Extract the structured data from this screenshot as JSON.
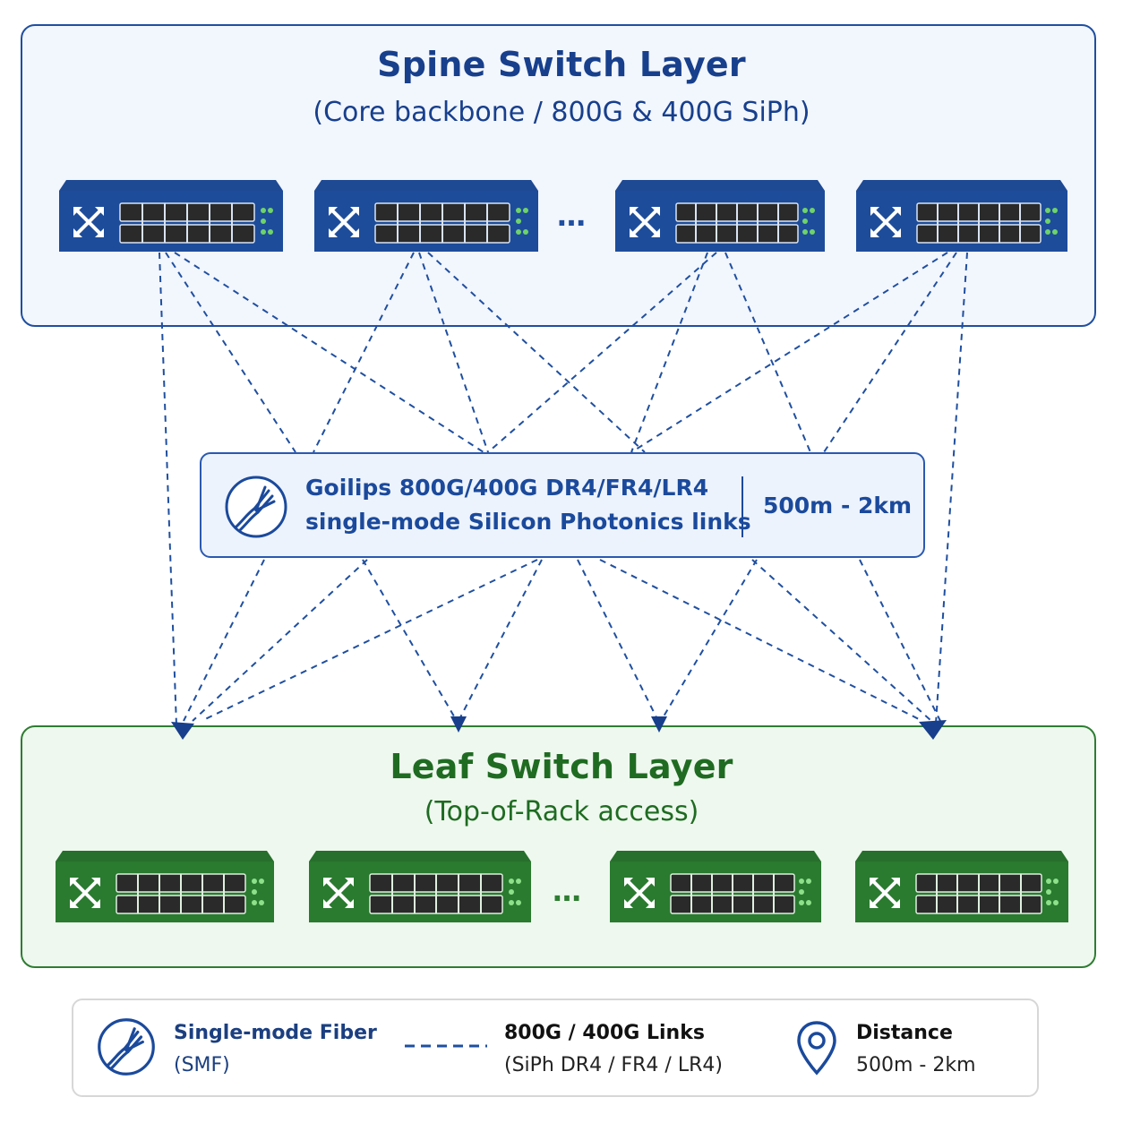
{
  "spine": {
    "title": "Spine Switch Layer",
    "subtitle": "(Core backbone / 800G & 400G SiPh)",
    "ellipsis": "…",
    "color": "#1f4fa0"
  },
  "leaf": {
    "title": "Leaf Switch Layer",
    "subtitle": "(Top-of-Rack access)",
    "ellipsis": "…",
    "color": "#2e7d32"
  },
  "links_box": {
    "icon": "fiber-icon",
    "line1": "Goilips 800G/400G DR4/FR4/LR4",
    "line2": "single-mode Silicon Photonics links",
    "distance": "500m - 2km"
  },
  "legend": {
    "fiber": {
      "icon": "fiber-icon",
      "title": "Single-mode Fiber",
      "sub": "(SMF)"
    },
    "links": {
      "icon": "dashed-line-icon",
      "title": "800G / 400G Links",
      "sub": "(SiPh DR4 / FR4 / LR4)"
    },
    "distance": {
      "icon": "location-pin-icon",
      "title": "Distance",
      "sub": "500m - 2km"
    }
  }
}
